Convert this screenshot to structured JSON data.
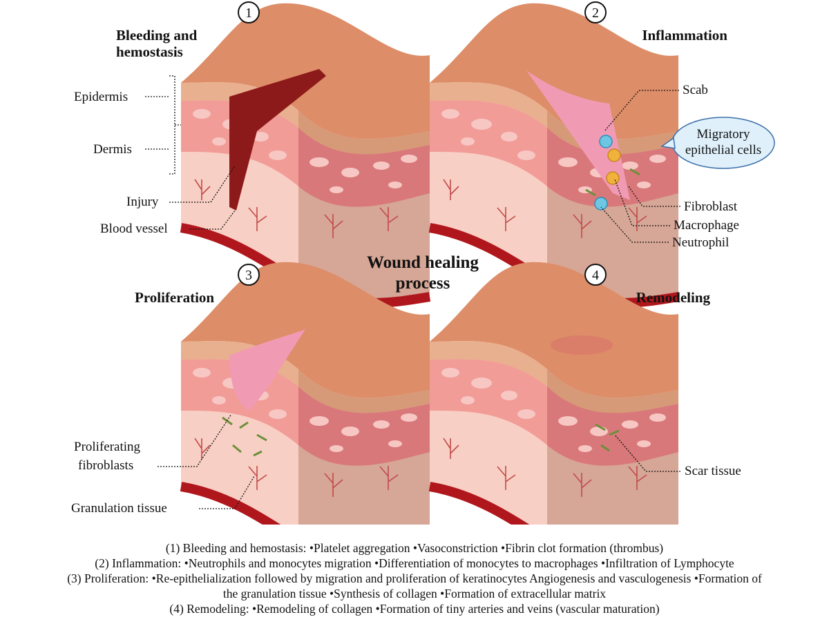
{
  "center_title": [
    "Wound healing",
    "process"
  ],
  "panels": [
    {
      "number": "1",
      "title": [
        "Bleeding and",
        "hemostasis"
      ]
    },
    {
      "number": "2",
      "title": [
        "Inflammation"
      ]
    },
    {
      "number": "3",
      "title": [
        "Proliferation"
      ]
    },
    {
      "number": "4",
      "title": [
        "Remodeling"
      ]
    }
  ],
  "labels": {
    "epidermis": "Epidermis",
    "dermis": "Dermis",
    "injury": "Injury",
    "blood_vessel": "Blood vessel",
    "scab": "Scab",
    "migratory": [
      "Migratory",
      "epithelial cells"
    ],
    "fibroblast": "Fibroblast",
    "macrophage": "Macrophage",
    "neutrophil": "Neutrophil",
    "proliferating_fibroblasts": [
      "Proliferating",
      "fibroblasts"
    ],
    "granulation_tissue": "Granulation tissue",
    "scar_tissue": "Scar tissue"
  },
  "captions": [
    "(1) Bleeding and hemostasis: •Platelet aggregation •Vasoconstriction •Fibrin clot formation (thrombus)",
    "(2) Inflammation: •Neutrophils and monocytes migration •Differentiation of monocytes to macrophages •Infiltration of Lymphocyte",
    "(3) Proliferation: •Re-epithelialization followed by migration and proliferation of keratinocytes Angiogenesis and vasculogenesis •Formation of",
    "the granulation tissue •Synthesis of collagen •Formation of extracellular matrix",
    "(4) Remodeling: •Remodeling of collagen •Formation of tiny arteries and veins (vascular maturation)"
  ],
  "colors": {
    "skin_top": "#dd8d68",
    "epidermis": "#e8b08e",
    "dermis": "#f29c98",
    "hypodermis": "#f8cfc4",
    "side_shade": "#c98f78",
    "vessel": "#b0171d",
    "wound": "#8d1a1a",
    "healing": "#f19ab4"
  }
}
